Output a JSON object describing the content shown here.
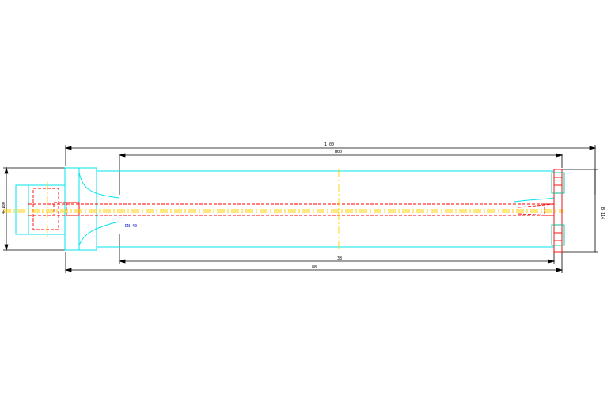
{
  "drawing": {
    "background": "#ffffff",
    "colors": {
      "outline": "#00e5ee",
      "hidden": "#ff0000",
      "centerline": "#ffd000",
      "dimension": "#000000",
      "annotation": "#0000cc",
      "flange": "#00c8a0"
    },
    "dimensions": {
      "overall_length": "1-00",
      "inner_length": "H00",
      "bottom_inner": "38",
      "bottom_overall": "88",
      "left_height": "4-180",
      "right_height": "B-114"
    },
    "annotation": "DN-40"
  }
}
